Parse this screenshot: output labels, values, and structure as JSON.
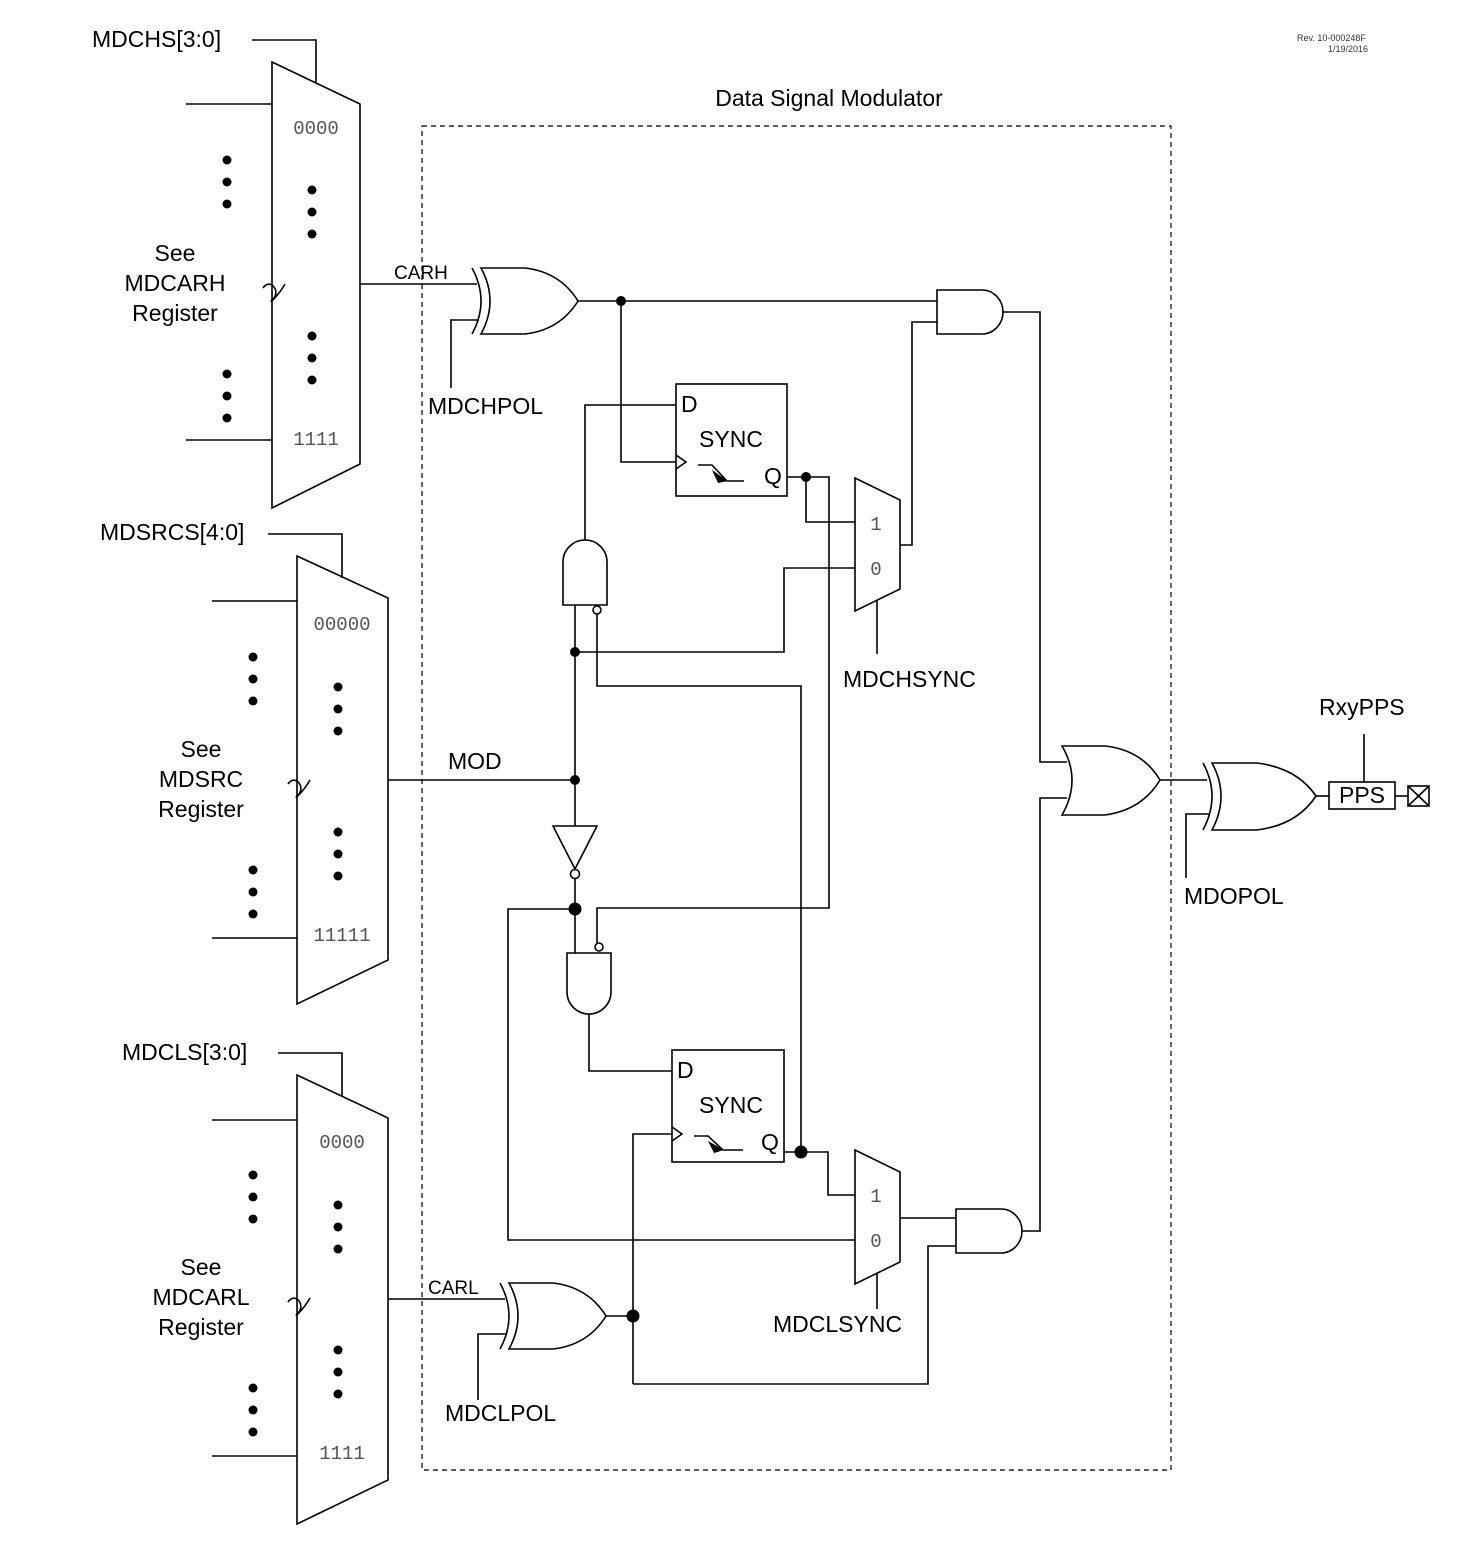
{
  "title": "Data Signal Modulator",
  "revision": {
    "line1": "Rev. 10-000248F",
    "line2": "1/19/2016"
  },
  "mux_carh": {
    "select_label": "MDCHS[3:0]",
    "first_input": "0000",
    "last_input": "1111",
    "note": [
      "See",
      "MDCARH",
      "Register"
    ]
  },
  "mux_src": {
    "select_label": "MDSRCS[4:0]",
    "first_input": "00000",
    "last_input": "11111",
    "note": [
      "See",
      "MDSRC",
      "Register"
    ]
  },
  "mux_carl": {
    "select_label": "MDCLS[3:0]",
    "first_input": "0000",
    "last_input": "1111",
    "note": [
      "See",
      "MDCARL",
      "Register"
    ]
  },
  "signals": {
    "carh": "CARH",
    "carl": "CARL",
    "mod": "MOD",
    "mdchpol": "MDCHPOL",
    "mdclpol": "MDCLPOL",
    "mdchsync": "MDCHSYNC",
    "mdclsync": "MDCLSYNC",
    "mdopol": "MDOPOL",
    "rxypps": "RxyPPS"
  },
  "sync_high": {
    "d": "D",
    "label": "SYNC",
    "q": "Q"
  },
  "sync_low": {
    "d": "D",
    "label": "SYNC",
    "q": "Q"
  },
  "sync_mux_high": {
    "in1": "1",
    "in0": "0"
  },
  "sync_mux_low": {
    "in1": "1",
    "in0": "0"
  },
  "pps_box": "PPS"
}
